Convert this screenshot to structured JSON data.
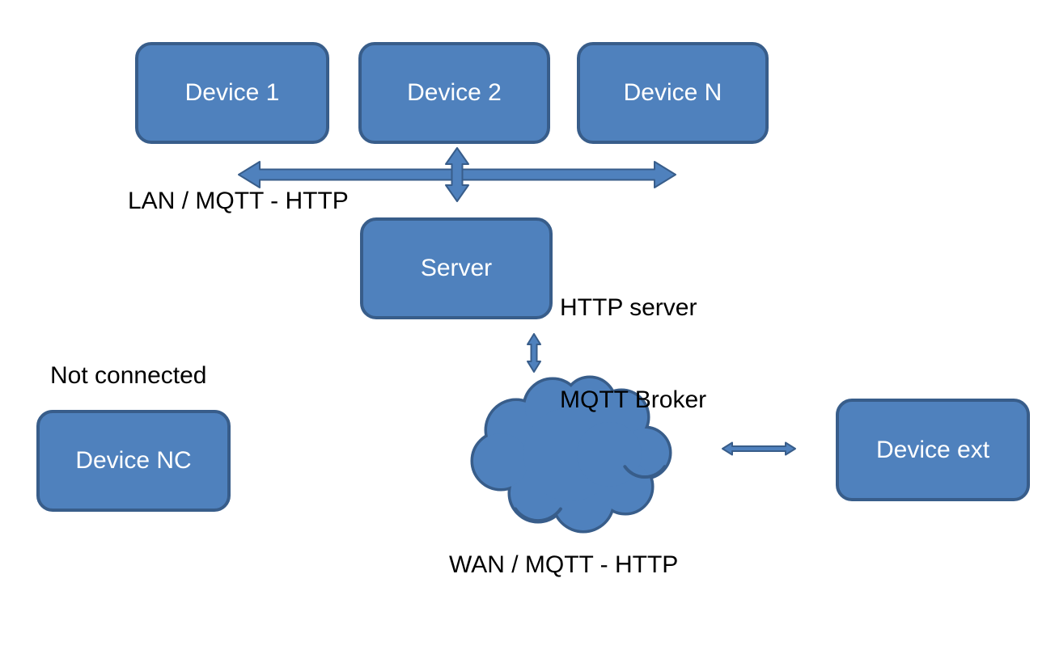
{
  "colors": {
    "background": "#ffffff",
    "node_fill": "#4f81bd",
    "node_border": "#385d8a",
    "node_text": "#ffffff",
    "label_text": "#000000"
  },
  "nodes": [
    {
      "id": "device-1",
      "label": "Device 1"
    },
    {
      "id": "device-2",
      "label": "Device 2"
    },
    {
      "id": "device-n",
      "label": "Device N"
    },
    {
      "id": "server",
      "label": "Server"
    },
    {
      "id": "device-nc",
      "label": "Device NC"
    },
    {
      "id": "device-ext",
      "label": "Device ext"
    }
  ],
  "labels": {
    "lan_bus": "LAN / MQTT - HTTP",
    "server_roles": [
      "HTTP server",
      "MQTT Broker"
    ],
    "not_connected": "Not connected",
    "wan_cloud": "WAN / MQTT - HTTP"
  },
  "connectors": [
    {
      "id": "lan-bus-arrow",
      "type": "double-arrow-horizontal",
      "connects": [
        "Device 1",
        "Device 2",
        "Device N",
        "Server"
      ]
    },
    {
      "id": "device2-lan-arrow",
      "type": "double-arrow-vertical",
      "connects": [
        "Device 2",
        "LAN bus"
      ]
    },
    {
      "id": "server-cloud-arrow",
      "type": "double-arrow-vertical",
      "connects": [
        "Server",
        "WAN cloud"
      ]
    },
    {
      "id": "cloud-deviceext-arrow",
      "type": "double-arrow-horizontal",
      "connects": [
        "WAN cloud",
        "Device ext"
      ]
    }
  ],
  "shapes": [
    {
      "id": "wan-cloud",
      "type": "cloud"
    }
  ]
}
